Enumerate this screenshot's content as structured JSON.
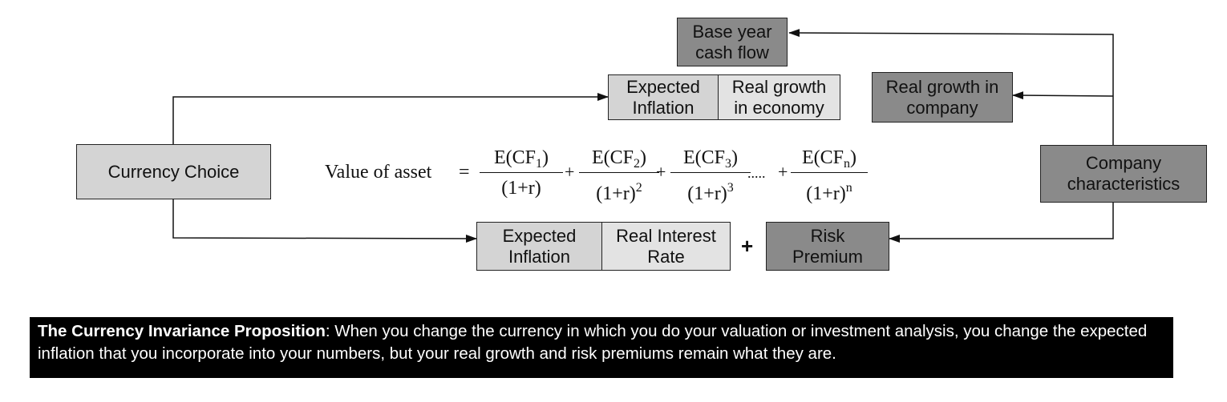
{
  "boxes": {
    "base_year": "Base year\ncash flow",
    "expected_inflation_top": "Expected\nInflation",
    "real_growth_economy": "Real growth\nin economy",
    "real_growth_company": "Real growth in\ncompany",
    "currency_choice": "Currency Choice",
    "company_characteristics": "Company\ncharacteristics",
    "expected_inflation_bottom": "Expected\nInflation",
    "real_interest_rate": "Real Interest\nRate",
    "risk_premium": "Risk\nPremium"
  },
  "plus_sign": "+",
  "formula": {
    "label": "Value of asset",
    "equals": "=",
    "numerator_prefix": "E(CF",
    "numerator_suffix": ")",
    "subscripts": [
      "1",
      "2",
      "3",
      "n"
    ],
    "denominator_base": "(1+r)",
    "exponents": [
      "",
      "2",
      "3",
      "n"
    ],
    "plus": "+",
    "ellipsis": "....."
  },
  "proposition": {
    "title": "The Currency Invariance Proposition",
    "text": ": When you change the currency in which you do your valuation or investment analysis, you change the expected inflation that you incorporate into your numbers, but your real growth and risk premiums remain what they are."
  },
  "colors": {
    "light_box": "#d4d4d4",
    "lighter_box": "#e3e3e3",
    "dark_box": "#8a8a8a",
    "banner_bg": "#000000"
  }
}
